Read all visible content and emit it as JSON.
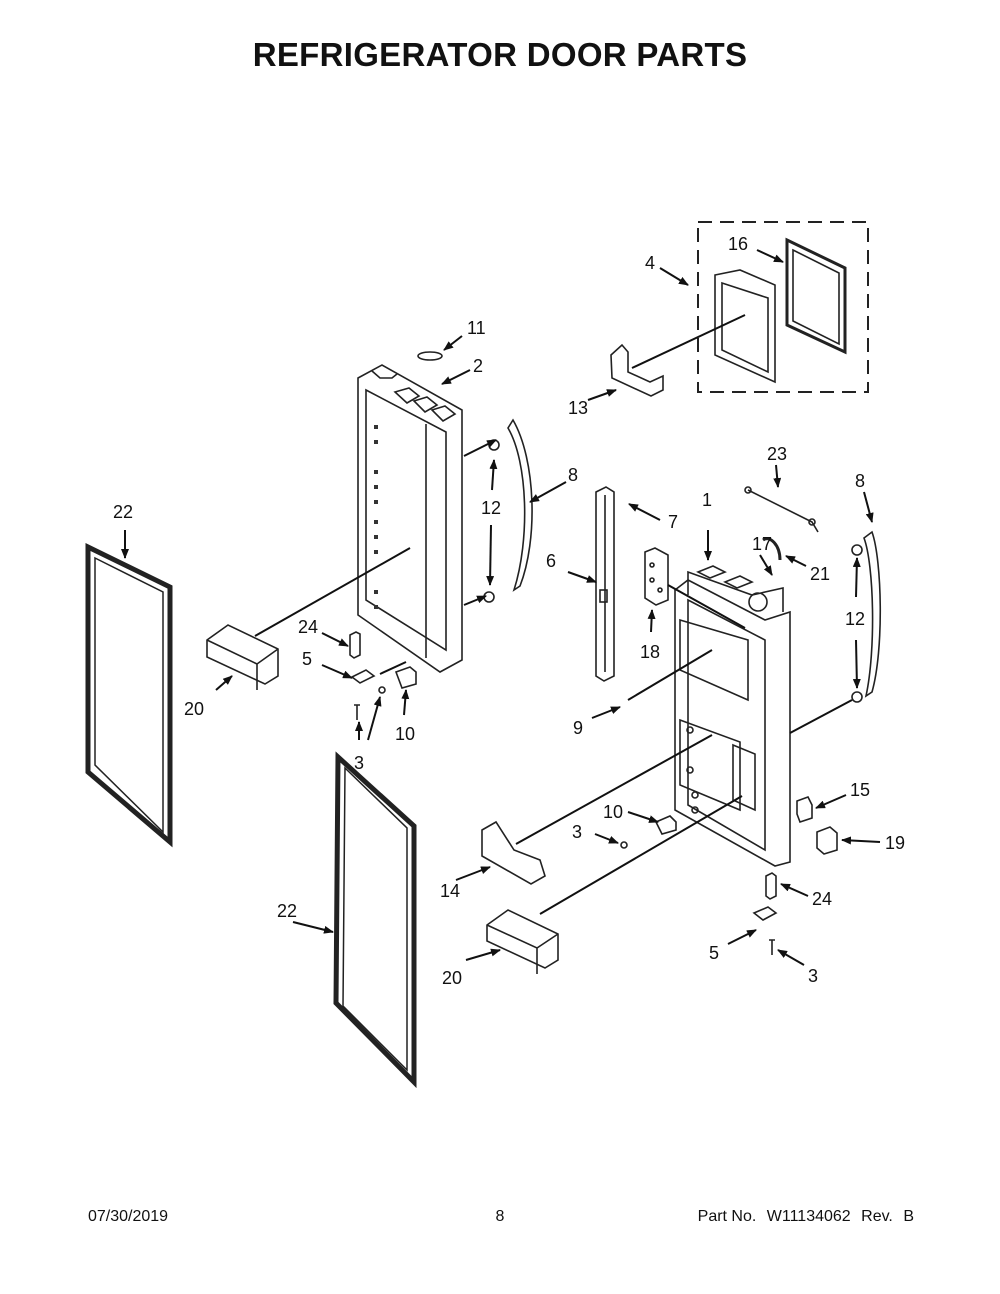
{
  "title": "REFRIGERATOR DOOR PARTS",
  "footer": {
    "date": "07/30/2019",
    "page": "8",
    "part_no_label": "Part No.",
    "part_no": "W11134062",
    "rev_label": "Rev.",
    "rev": "B"
  },
  "callouts": {
    "c1": "1",
    "c2": "2",
    "c3": "3",
    "c4": "4",
    "c5": "5",
    "c6": "6",
    "c7": "7",
    "c8": "8",
    "c9": "9",
    "c10": "10",
    "c11": "11",
    "c12": "12",
    "c13": "13",
    "c14": "14",
    "c15": "15",
    "c16": "16",
    "c17": "17",
    "c18": "18",
    "c19": "19",
    "c20": "20",
    "c21": "21",
    "c22": "22",
    "c23": "23",
    "c24": "24"
  }
}
